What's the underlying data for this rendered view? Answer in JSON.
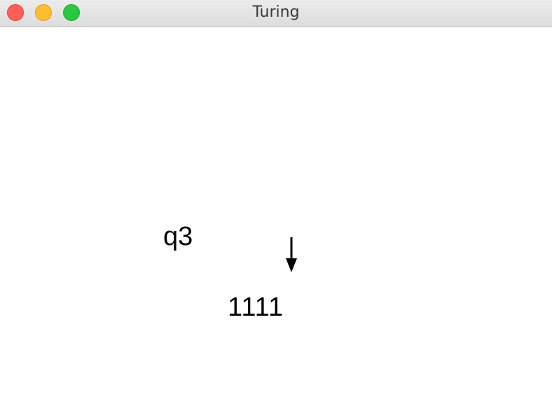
{
  "window": {
    "title": "Turing"
  },
  "machine": {
    "state": "q3",
    "tape": "1111"
  },
  "icons": {
    "close": "close-icon",
    "minimize": "minimize-icon",
    "maximize": "maximize-icon",
    "head": "arrow-down-icon"
  },
  "colors": {
    "close": "#fe5f57",
    "minimize": "#febc2e",
    "maximize": "#28c840"
  }
}
